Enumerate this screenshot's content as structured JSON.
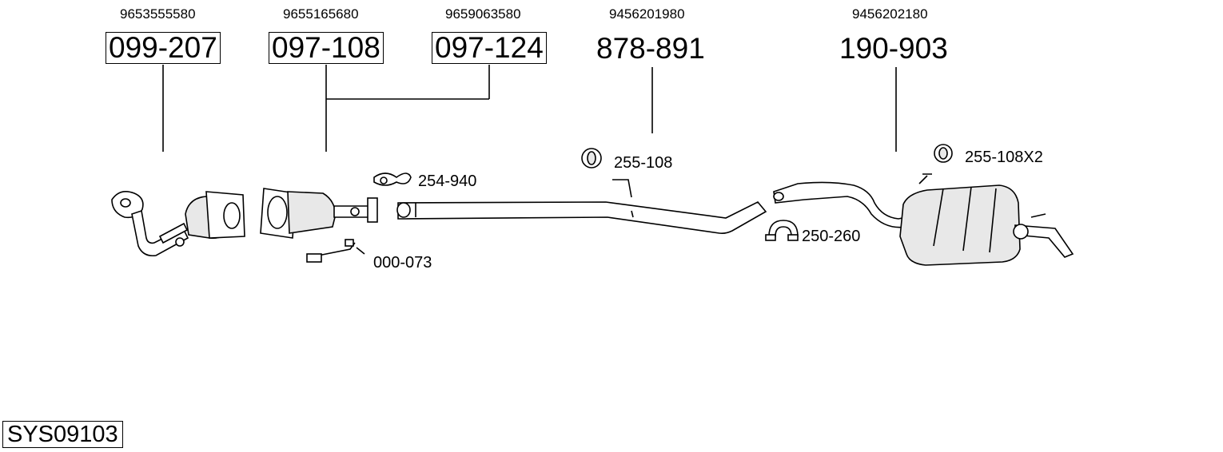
{
  "system_code": "SYS09103",
  "parts": [
    {
      "oe": "9653555580",
      "number": "099-207"
    },
    {
      "oe": "9655165680",
      "number": "097-108"
    },
    {
      "oe": "9659063580",
      "number": "097-124"
    },
    {
      "oe": "9456201980",
      "number": "878-891"
    },
    {
      "oe": "9456202180",
      "number": "190-903"
    }
  ],
  "accessories": [
    {
      "number": "254-940"
    },
    {
      "number": "255-108"
    },
    {
      "number": "255-108X2"
    },
    {
      "number": "250-260"
    },
    {
      "number": "000-073"
    }
  ]
}
